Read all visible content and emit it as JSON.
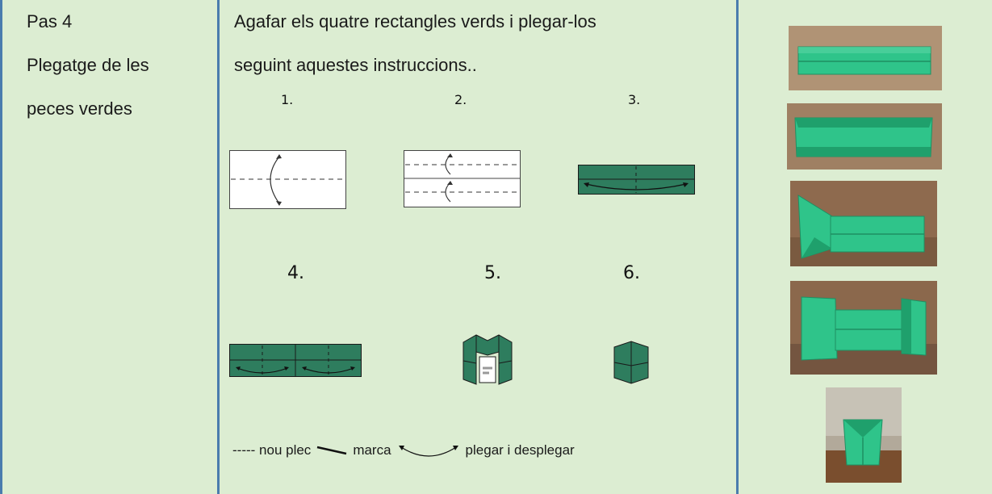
{
  "step": {
    "number_label": "Pas 4",
    "title_line1": "Plegatge de les",
    "title_line2": "peces verdes"
  },
  "instructions": {
    "line1": "Agafar els quatre rectangles verds i plegar-los",
    "line2": "seguint aquestes instruccions.."
  },
  "diagram_steps": [
    "1.",
    "2.",
    "3.",
    "4.",
    "5.",
    "6."
  ],
  "legend": {
    "new_fold": "----- nou plec",
    "mark": "marca",
    "fold_unfold": "plegar i desplegar"
  },
  "colors": {
    "paper_green": "#2e7d5e",
    "photo_green": "#2fc48a",
    "cell_background": "#dcedd2",
    "border_blue": "#4a7cae",
    "accent_orange": "#f29a2e"
  }
}
